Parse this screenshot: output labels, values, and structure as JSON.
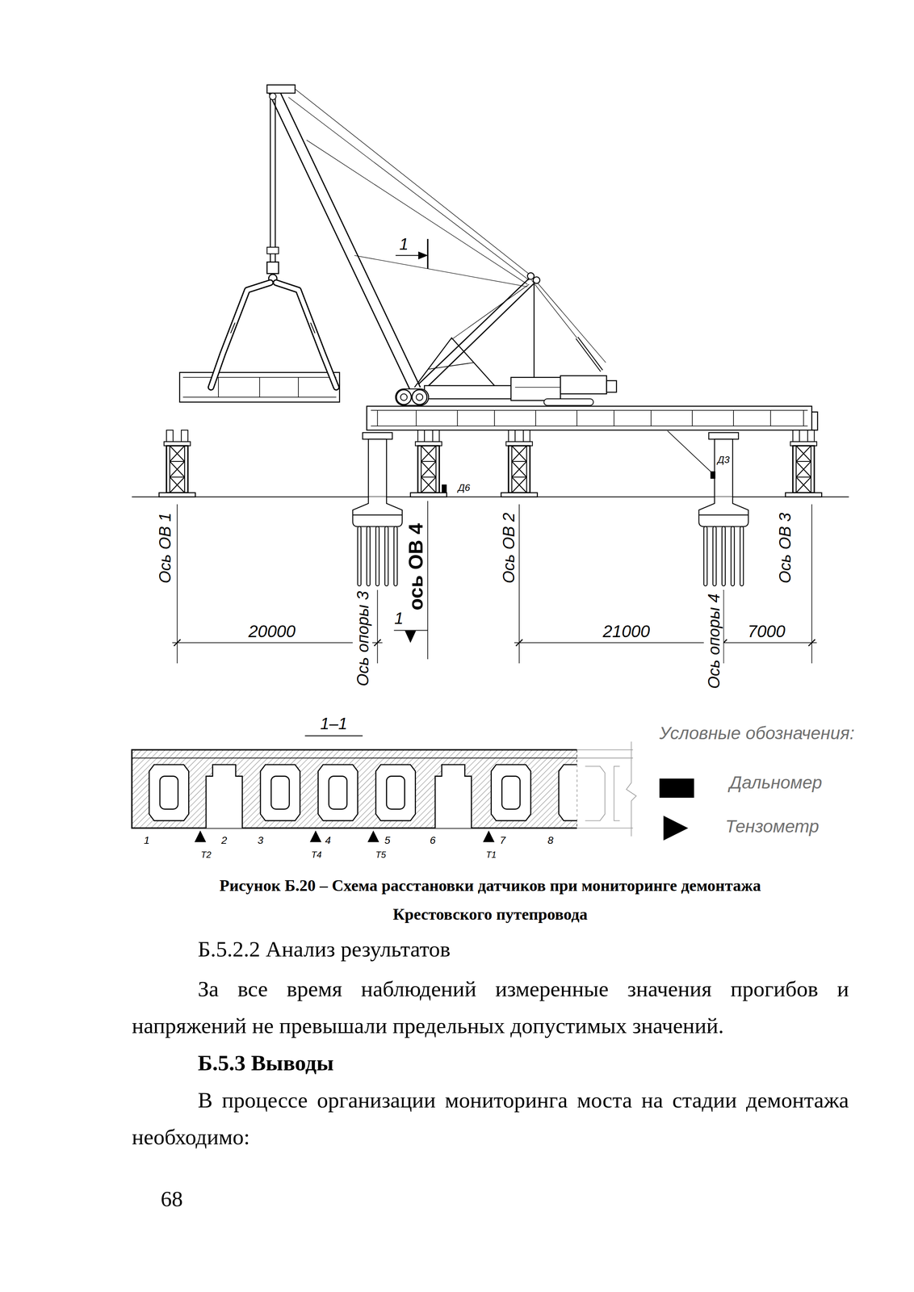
{
  "diagram": {
    "caption": "Рисунок Б.20 – Схема расстановки датчиков при мониторинге демонтажа Крестовского путепровода",
    "labels": [
      "1",
      "Д6",
      "Д3",
      "Ось ОВ 1",
      "Ось опоры 3",
      "ось ОВ 4",
      "1",
      "Ось ОВ 2",
      "Ось опоры 4",
      "Ось ОВ 3",
      "20000",
      "21000",
      "7000",
      "1–1",
      "1",
      "2",
      "3",
      "4",
      "5",
      "6",
      "7",
      "8",
      "Т2",
      "Т4",
      "Т5",
      "Т1",
      "Условные обозначения:",
      "Б.5.2.2 Анализ результатов",
      "За все время наблюдений измеренные значения прогибов и напряжений не превышали предельных допустимых значений.",
      "Б.5.3 Выводы",
      "В процессе организации мониторинга моста на стадии демонтажа необходимо:",
      "68"
    ],
    "legend": [
      {
        "text": "Дальномер",
        "color": "#000000"
      },
      {
        "text": "Тензометр"
      }
    ]
  }
}
